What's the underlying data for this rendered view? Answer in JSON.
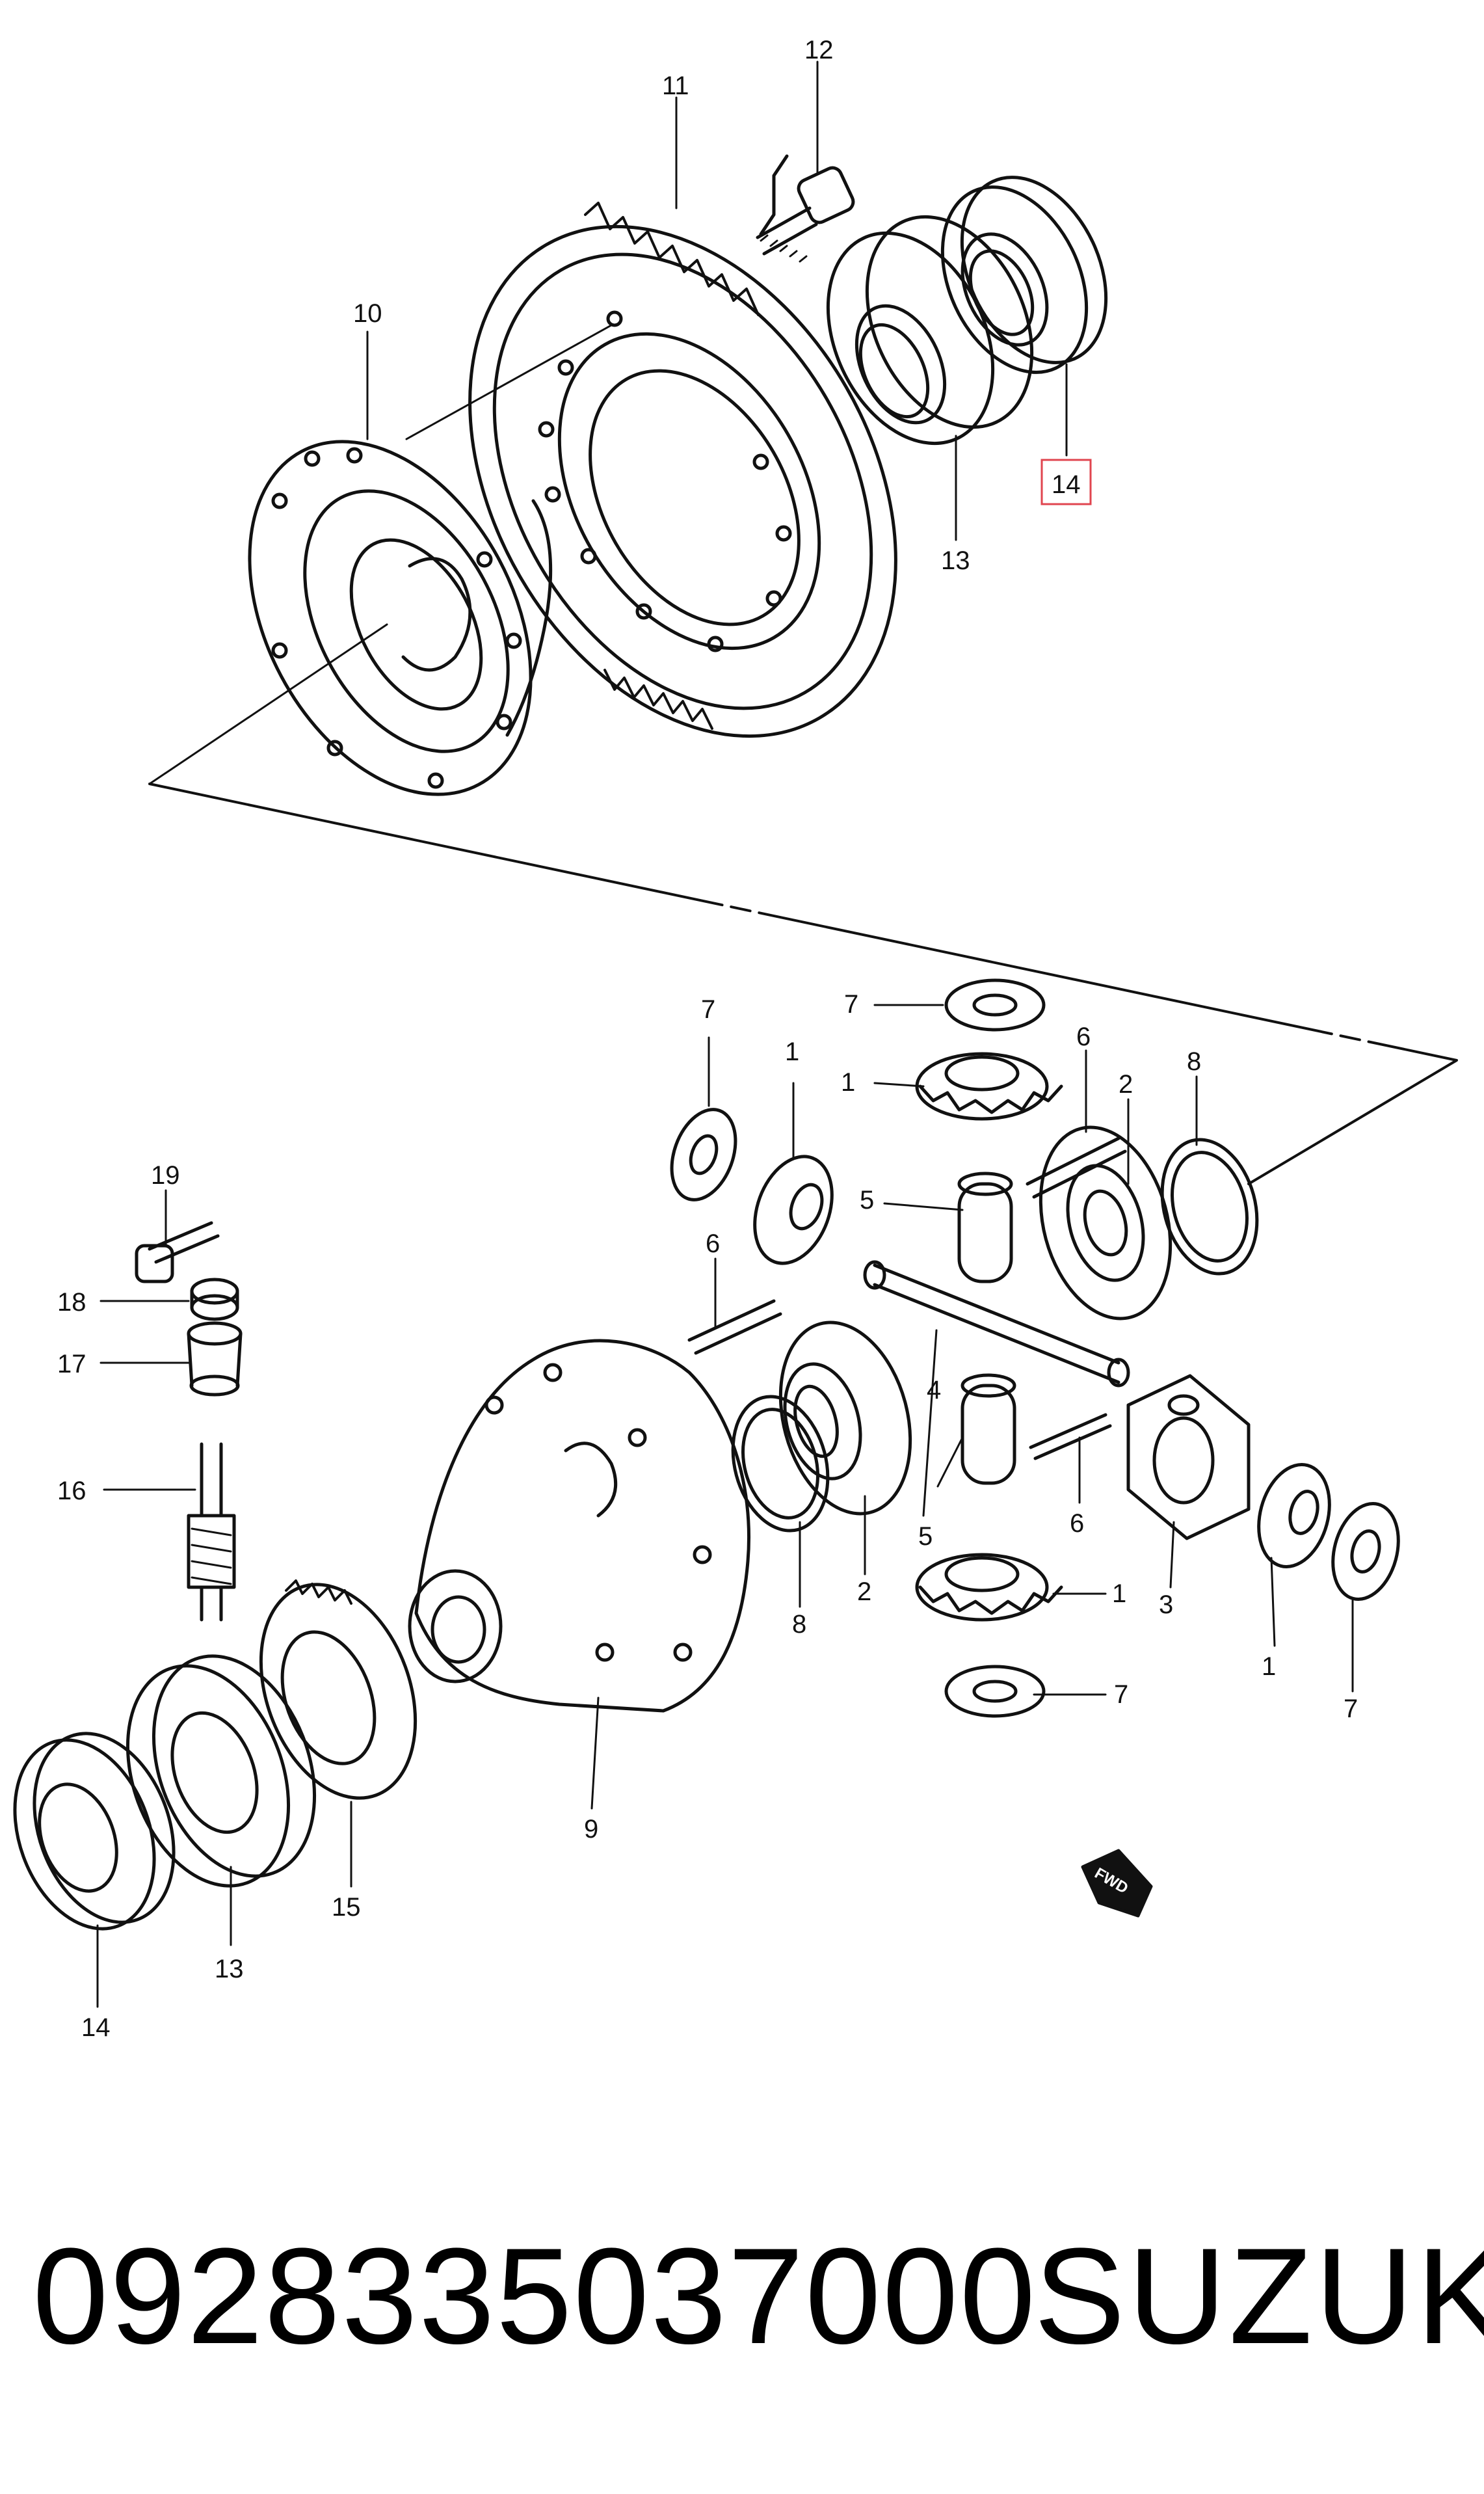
{
  "diagram": {
    "callouts": {
      "c12": "12",
      "c11": "11",
      "c10": "10",
      "c13_top": "13",
      "c14_top": "14",
      "c7_a": "7",
      "c7_b": "7",
      "c7_c": "7",
      "c7_d": "7",
      "c1_a": "1",
      "c1_b": "1",
      "c1_c": "1",
      "c1_d": "1",
      "c6_a": "6",
      "c6_b": "6",
      "c6_c": "6",
      "c2_a": "2",
      "c2_b": "2",
      "c8_a": "8",
      "c8_b": "8",
      "c5_a": "5",
      "c5_b": "5",
      "c4": "4",
      "c3": "3",
      "c9": "9",
      "c19": "19",
      "c18": "18",
      "c17": "17",
      "c16": "16",
      "c15": "15",
      "c13_bottom": "13",
      "c14_bottom": "14"
    },
    "fwd_label": "FWD",
    "highlight_color": "#e0454f",
    "line_color": "#111111"
  },
  "caption": {
    "part_number": "0928335037000",
    "brand": "SUZUKI"
  }
}
